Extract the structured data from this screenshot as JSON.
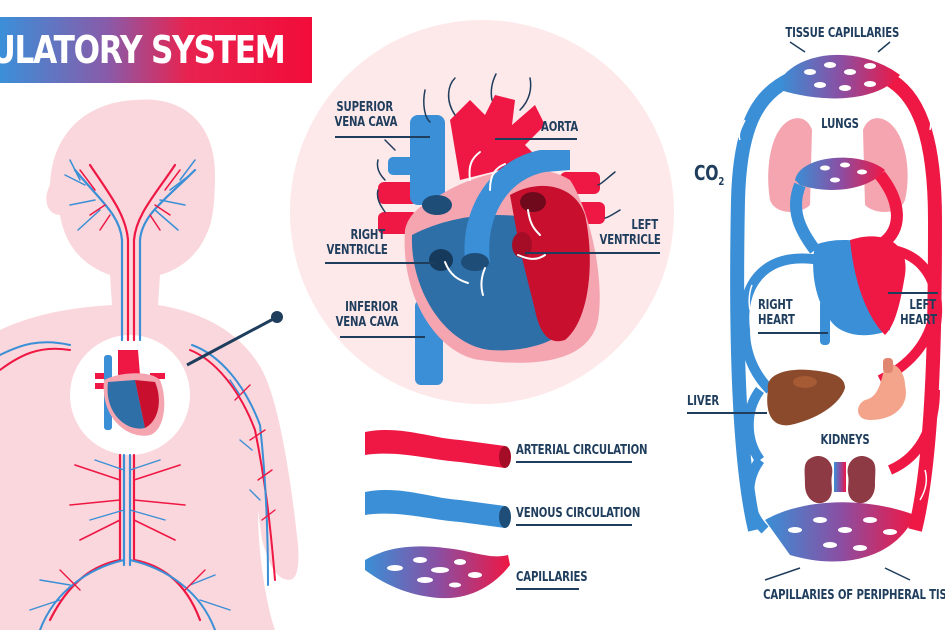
{
  "title": "CULATORY SYSTEM",
  "colors": {
    "artery": "#ef1744",
    "vein": "#3a8fd6",
    "vein_dark": "#2e6fa8",
    "body_fill": "#fad7dc",
    "label_text": "#1f3d5c",
    "heart_circle": "#fde8ea"
  },
  "heart_labels": {
    "superior_vena_cava": [
      "SUPERIOR",
      "VENA CAVA"
    ],
    "aorta": "AORTA",
    "right_ventricle": [
      "RIGHT",
      "VENTRICLE"
    ],
    "left_ventricle": [
      "LEFT",
      "VENTRICLE"
    ],
    "inferior_vena_cava": [
      "INFERIOR",
      "VENA CAVA"
    ]
  },
  "legend": [
    {
      "label": "ARTERIAL CIRCULATION",
      "kind": "artery"
    },
    {
      "label": "VENOUS CIRCULATION",
      "kind": "vein"
    },
    {
      "label": "CAPILLARIES",
      "kind": "capillaries"
    }
  ],
  "circulation_labels": {
    "tissue_capillaries": "TISSUE CAPILLARIES",
    "lungs": "LUNGS",
    "co2": "CO",
    "co2_sub": "2",
    "right_heart": [
      "RIGHT",
      "HEART"
    ],
    "left_heart": [
      "LEFT",
      "HEART"
    ],
    "liver": "LIVER",
    "kidneys": "KIDNEYS",
    "peripheral": "CAPILLARIES OF PERIPHERAL TISSUES"
  }
}
